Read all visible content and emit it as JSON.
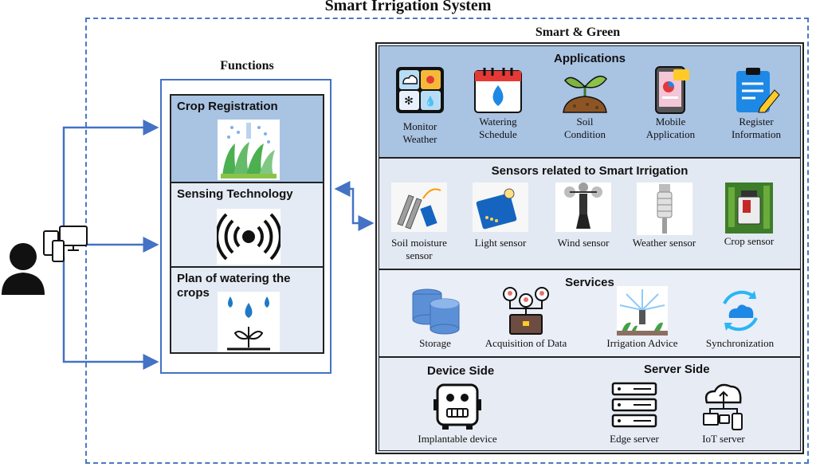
{
  "title": "Smart Irrigation System",
  "functions": {
    "title": "Functions",
    "items": [
      {
        "label": "Crop Registration"
      },
      {
        "label": "Sensing Technology"
      },
      {
        "label": "Plan of watering the crops"
      }
    ]
  },
  "smart_green": {
    "title": "Smart & Green",
    "applications": {
      "title": "Applications",
      "items": [
        {
          "label": "Monitor Weather",
          "icon": "weather-icon"
        },
        {
          "label": "Watering Schedule",
          "icon": "calendar-icon"
        },
        {
          "label": "Soil Condition",
          "icon": "sprout-icon"
        },
        {
          "label": "Mobile Application",
          "icon": "phone-icon"
        },
        {
          "label": "Register Information",
          "icon": "clipboard-icon"
        }
      ]
    },
    "sensors": {
      "title": "Sensors related to Smart Irrigation",
      "items": [
        {
          "label": "Soil moisture sensor"
        },
        {
          "label": "Light sensor"
        },
        {
          "label": "Wind sensor"
        },
        {
          "label": "Weather sensor"
        },
        {
          "label": "Crop sensor"
        }
      ]
    },
    "services": {
      "title": "Services",
      "items": [
        {
          "label": "Storage"
        },
        {
          "label": "Acquisition of Data"
        },
        {
          "label": "Irrigation Advice"
        },
        {
          "label": "Synchronization"
        }
      ]
    },
    "device_side": {
      "title": "Device Side",
      "item": "Implantable device"
    },
    "server_side": {
      "title": "Server Side",
      "items": [
        {
          "label": "Edge server"
        },
        {
          "label": "IoT server"
        }
      ]
    }
  },
  "colors": {
    "blue": "#4472c4",
    "app_bg": "#a9c3e3",
    "panel_bg": "#e3e9f2"
  }
}
